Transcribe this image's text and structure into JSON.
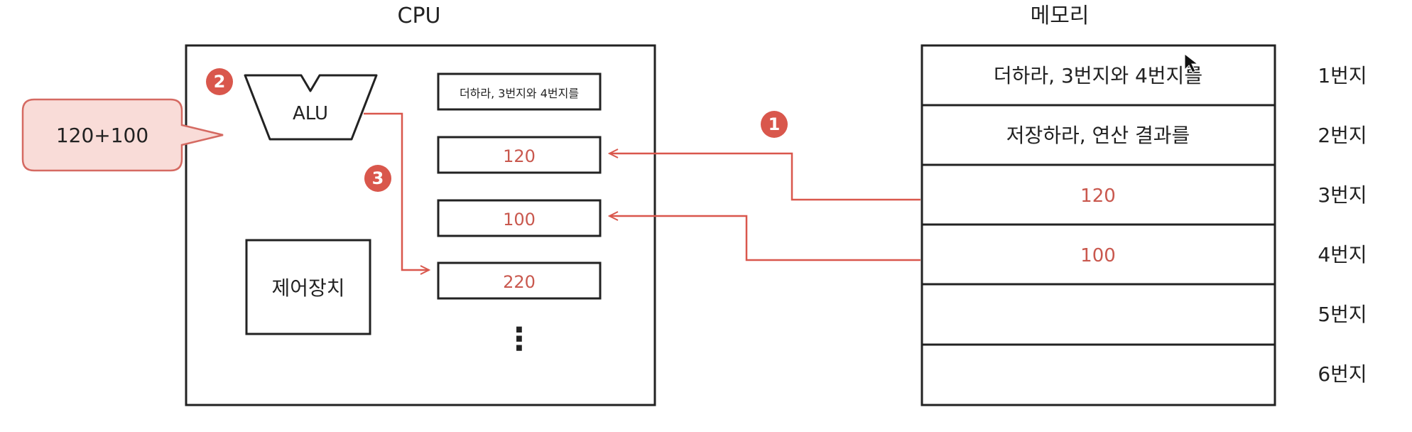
{
  "colors": {
    "accent": "#d9574c",
    "accent_text": "#c9584e",
    "bubble_fill": "#f9dcd8",
    "bubble_stroke": "#d56a62",
    "line": "#222222"
  },
  "cpu": {
    "title": "CPU",
    "alu_label": "ALU",
    "control_unit_label": "제어장치",
    "registers": [
      "더하라, 3번지와 4번지를",
      "120",
      "100",
      "220"
    ],
    "more_marker": "⋮"
  },
  "memory": {
    "title": "메모리",
    "cells": [
      {
        "content": "더하라, 3번지와 4번지를",
        "address": "1번지"
      },
      {
        "content": "저장하라, 연산 결과를",
        "address": "2번지"
      },
      {
        "content": "120",
        "address": "3번지"
      },
      {
        "content": "100",
        "address": "4번지"
      },
      {
        "content": "",
        "address": "5번지"
      },
      {
        "content": "",
        "address": "6번지"
      }
    ]
  },
  "bubble": {
    "text": "120+100"
  },
  "steps": [
    "1",
    "2",
    "3"
  ]
}
